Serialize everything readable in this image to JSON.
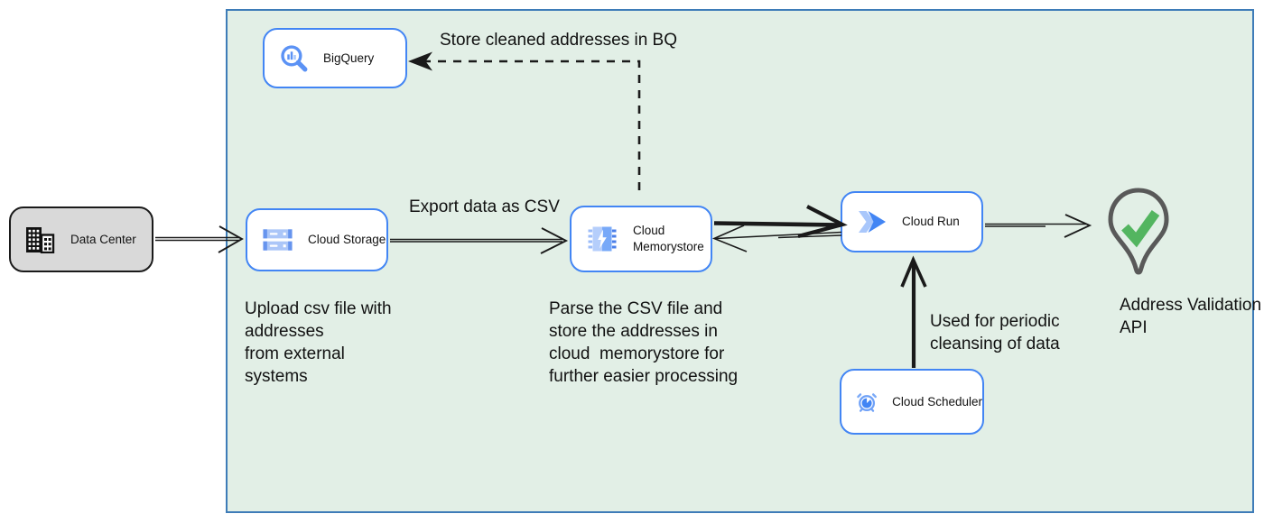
{
  "colors": {
    "accent_blue": "#4285f4",
    "container_fill": "#e2efe6",
    "container_border": "#3e7cb8",
    "datacenter_fill": "#d9d9d9",
    "pin_outline_grey": "#595959",
    "check_green": "#53b560",
    "arrow_black": "#1a1a1a"
  },
  "nodes": {
    "data_center": {
      "label": "Data Center"
    },
    "bigquery": {
      "label": "BigQuery"
    },
    "cloud_storage": {
      "label": "Cloud Storage"
    },
    "cloud_memorystore": {
      "label": "Cloud Memorystore"
    },
    "cloud_run": {
      "label": "Cloud Run"
    },
    "cloud_scheduler": {
      "label": "Cloud Scheduler"
    },
    "address_validation_api": {
      "label": "Address Validation\nAPI"
    }
  },
  "annotations": {
    "store_bq": "Store cleaned addresses in BQ",
    "export_csv": "Export data as CSV",
    "upload_note": "Upload csv file with\naddresses\nfrom external\nsystems",
    "parse_note": "Parse the CSV file and\nstore the addresses in\ncloud  memorystore for\nfurther easier processing",
    "scheduler_note": "Used for periodic\ncleansing of data"
  },
  "icons": {
    "data_center": "building-icon",
    "bigquery": "bigquery-magnifier-icon",
    "cloud_storage": "storage-buckets-icon",
    "cloud_memorystore": "memorystore-chip-icon",
    "cloud_run": "cloud-run-arrows-icon",
    "cloud_scheduler": "scheduler-clock-icon",
    "address_validation_api": "map-pin-check-icon"
  }
}
